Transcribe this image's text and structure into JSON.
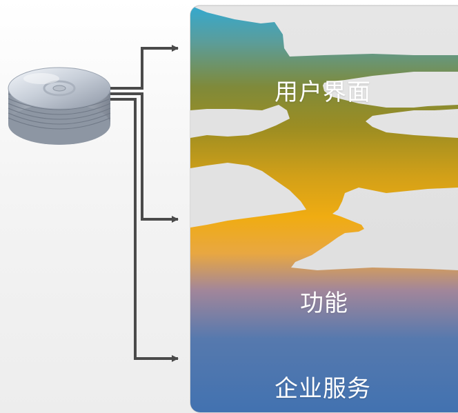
{
  "layers": {
    "ui": "用户界面",
    "function": "功能",
    "enterprise_service": "企业服务"
  },
  "colors": {
    "teal": "#3aa9c9",
    "olive": "#8f8a2e",
    "gold": "#f0ad12",
    "blue": "#4677b0",
    "arrow": "#4a4a4a",
    "panel_bg": "#e3e3e3"
  },
  "icons": {
    "source": "disc-stack-icon"
  }
}
